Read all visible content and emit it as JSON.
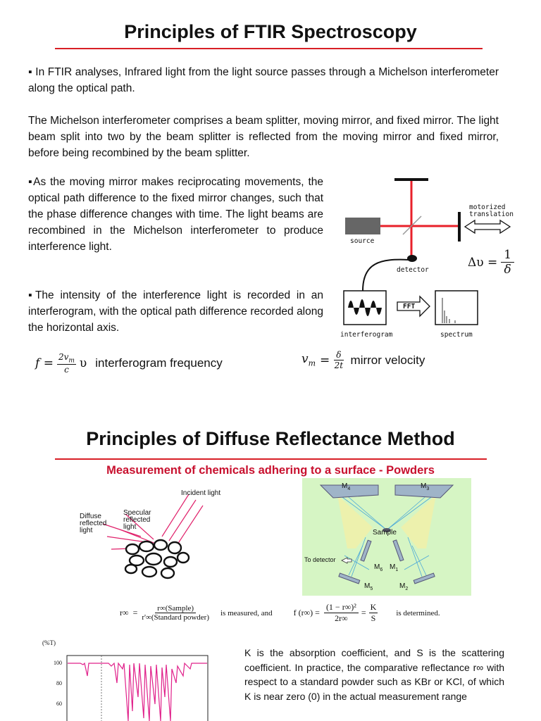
{
  "section1": {
    "title": "Principles of FTIR Spectroscopy",
    "para1_bullet": "▪",
    "para1": "In FTIR analyses, Infrared light from the light source passes through a Michelson interferometer along the optical path.",
    "para2": "The Michelson interferometer comprises a beam splitter, moving mirror, and fixed mirror. The light beam split into two by the beam splitter is reflected from the moving mirror and fixed mirror, before being recombined by the beam splitter.",
    "para3": "▪As the moving mirror makes reciprocating movements, the optical path difference to the fixed mirror changes, such that the phase difference changes with time. The light beams are recombined in the Michelson interferometer to produce interference light.",
    "para4": "▪The intensity of the interference light is recorded in an interferogram, with the optical path difference recorded along the horizontal axis.",
    "diagram": {
      "source": "source",
      "detector": "detector",
      "motorized": "motorized",
      "translation": "translation",
      "fft": "FFT",
      "interferogram": "interferogram",
      "spectrum": "spectrum",
      "delta_nu_lhs": "Δυ =",
      "delta_nu_num": "1",
      "delta_nu_den": "δ"
    },
    "formula_f": {
      "lhs": "f =",
      "num": "2v",
      "num_sub": "m",
      "den": "c",
      "tail": "υ",
      "caption": "interferogram frequency"
    },
    "formula_v": {
      "lhs": "v",
      "lhs_sub": "m",
      "eq": "=",
      "num": "δ",
      "den": "2t",
      "caption": "mirror velocity"
    }
  },
  "section2": {
    "title": "Principles of Diffuse Reflectance Method",
    "subtitle": "Measurement of chemicals adhering to a surface - Powders",
    "left_diagram": {
      "incident": "Incident light",
      "diffuse1": "Diffuse",
      "diffuse2": "reflected",
      "diffuse3": "light",
      "specular1": "Specular",
      "specular2": "reflected",
      "specular3": "light"
    },
    "right_diagram": {
      "m4": "M",
      "m4_sub": "4",
      "m3": "M",
      "m3_sub": "3",
      "sample": "Sample",
      "to_detector": "To detector",
      "m6": "M",
      "m6_sub": "6",
      "m1": "M",
      "m1_sub": "1",
      "m5": "M",
      "m5_sub": "5",
      "m2": "M",
      "m2_sub": "2"
    },
    "formula": {
      "r_inf": "r∞",
      "eq": "=",
      "num": "r∞(Sample)",
      "den": "r'∞(Standard powder)",
      "measured": "is measured, and",
      "f_lhs": "f (r∞) =",
      "f_num": "(1 − r∞)²",
      "f_den": "2r∞",
      "eq2": "=",
      "k": "K",
      "s": "S",
      "determined": "is determined."
    },
    "spectrum": {
      "unit": "(%T)",
      "tick100": "100",
      "tick80": "80",
      "tick60": "60"
    },
    "para5": "K is the absorption coefficient, and S is the scattering coefficient. In practice, the comparative reflectance r∞ with respect to a standard powder such as KBr or KCl, of which K is near zero (0) in the actual measurement range"
  },
  "colors": {
    "rule": "#d81f26",
    "subtitle": "#c8102e",
    "beam": "#e8202a",
    "optics_bg": "#d6f5c4",
    "spectrum_line": "#e0208a"
  }
}
